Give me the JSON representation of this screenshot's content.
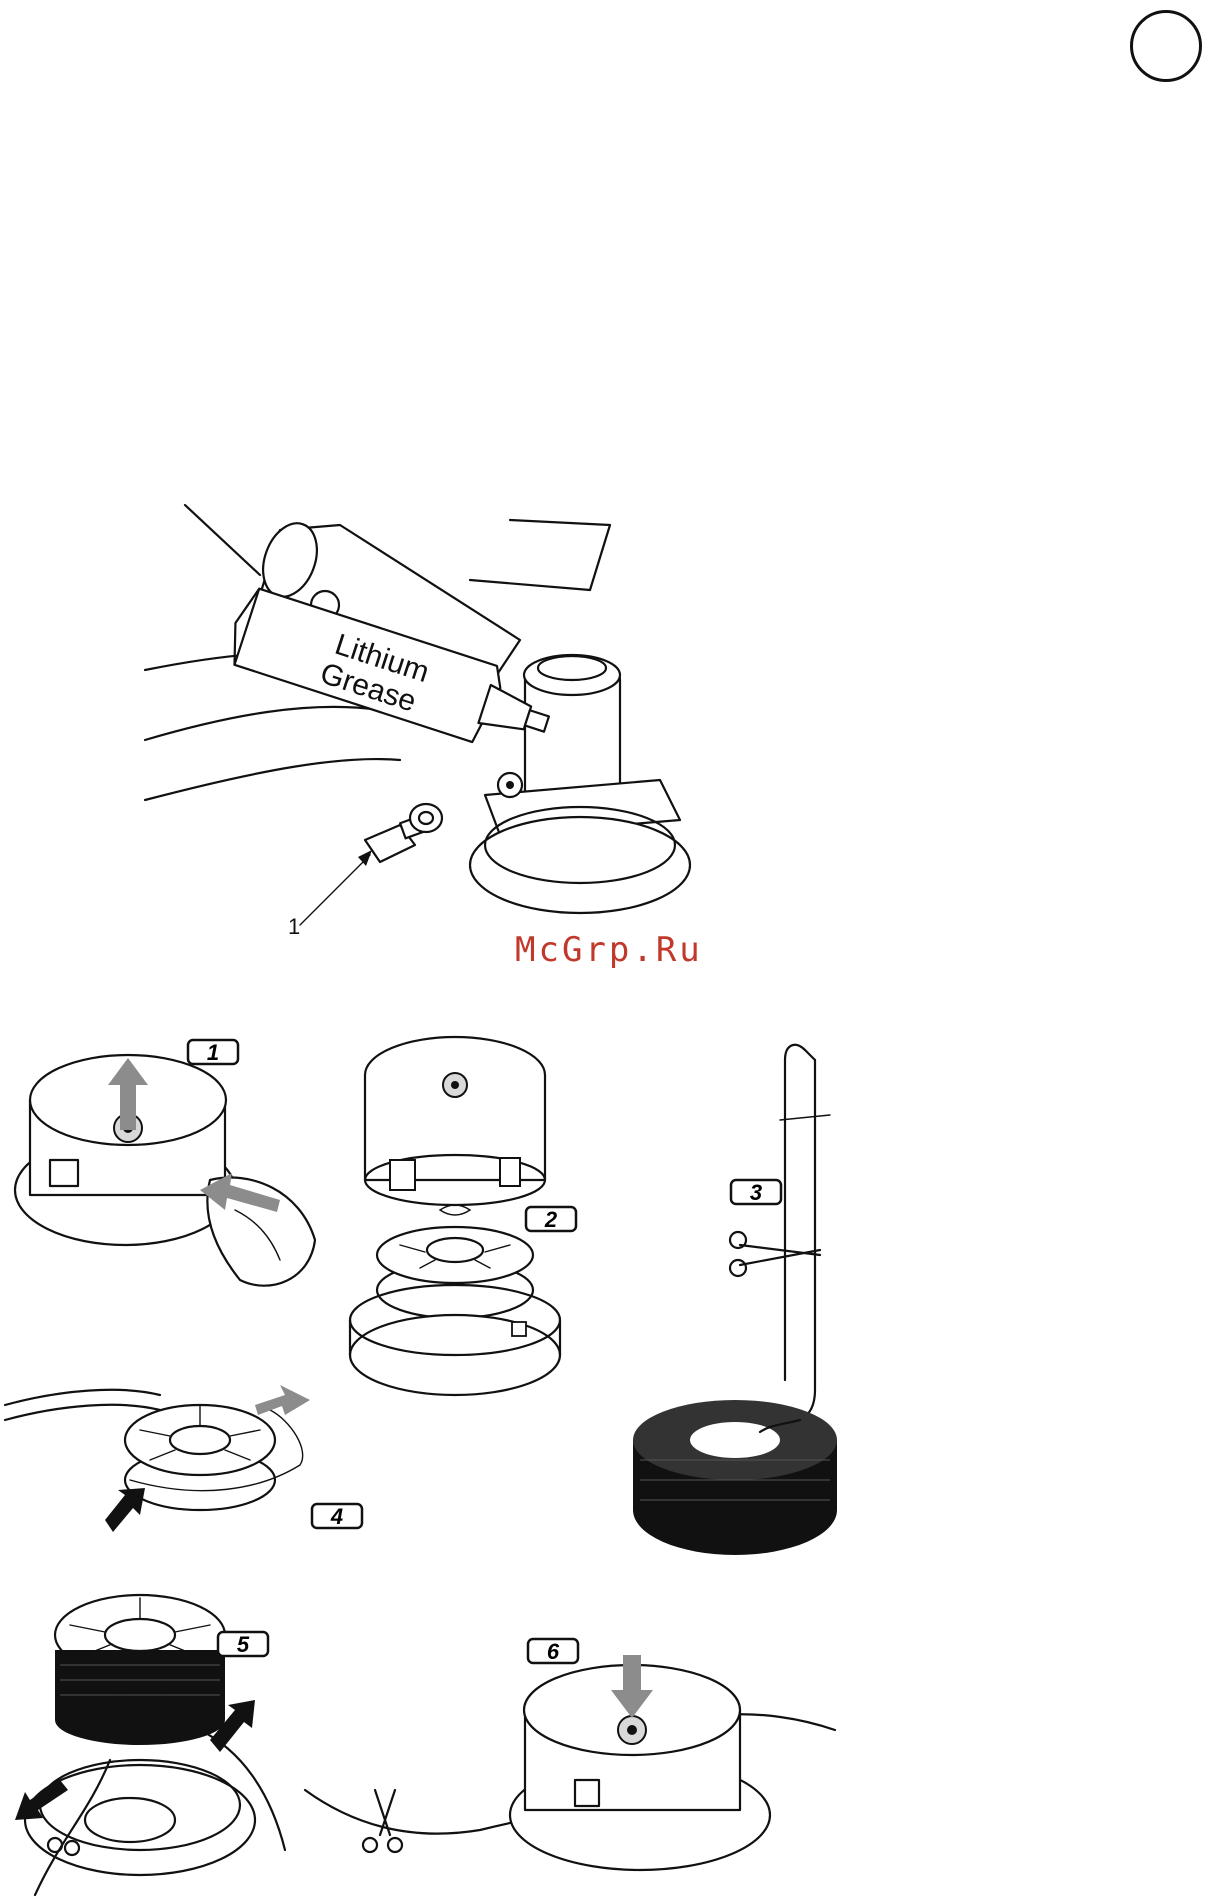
{
  "page": {
    "language_badge": ""
  },
  "figure_grease": {
    "tube_label_line1": "Lithium",
    "tube_label_line2": "Grease",
    "callout": "1"
  },
  "watermark": "McGrp.Ru",
  "steps": [
    {
      "label": "1"
    },
    {
      "label": "2"
    },
    {
      "label": "3"
    },
    {
      "label": "4"
    },
    {
      "label": "5"
    },
    {
      "label": "6"
    }
  ],
  "colors": {
    "ink": "#111111",
    "watermark": "#c0392b",
    "arrow_grey": "#8c8c8c"
  }
}
